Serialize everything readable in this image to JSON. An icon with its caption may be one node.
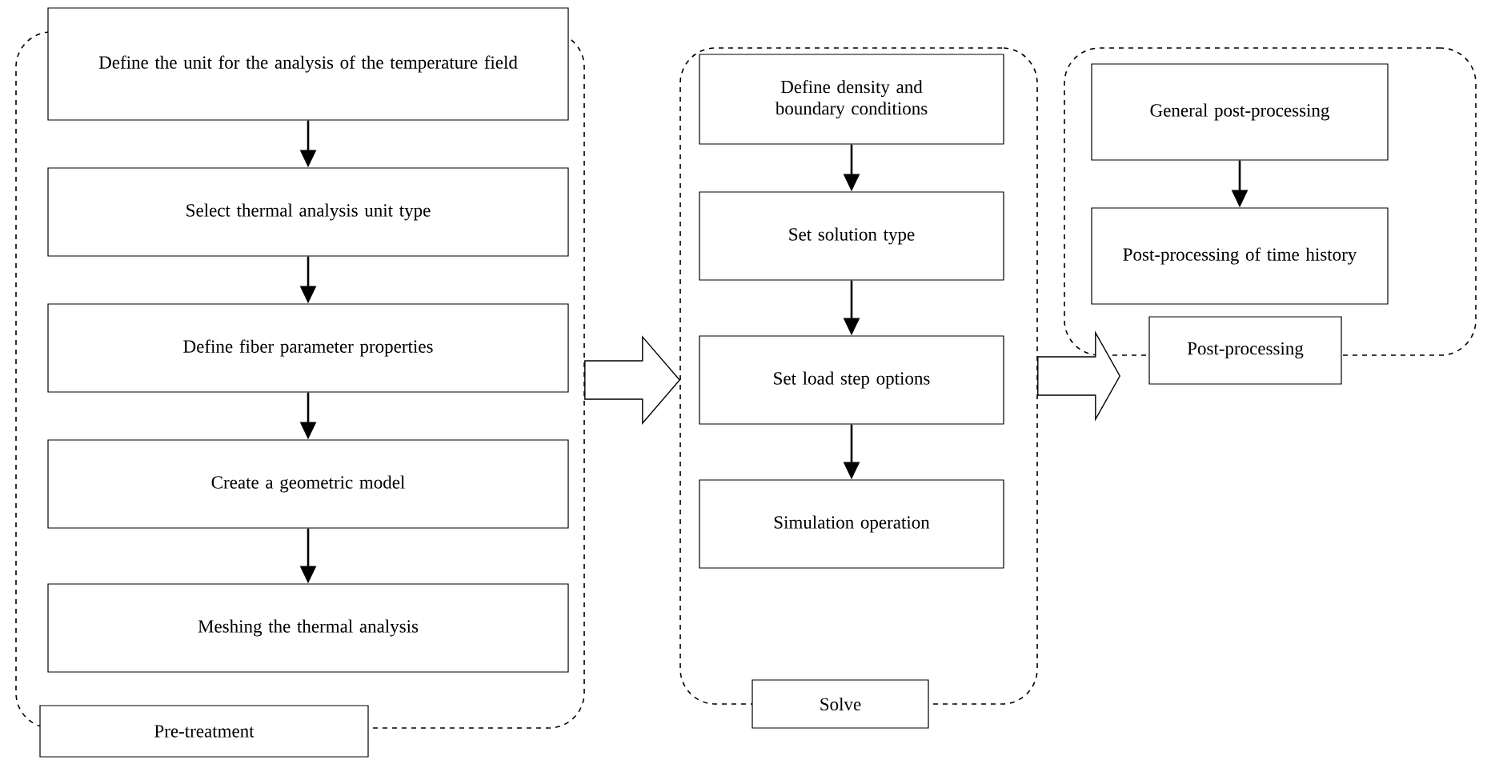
{
  "diagram": {
    "nodes": [
      {
        "text": [
          "Pre-treatment"
        ]
      },
      {
        "text": [
          "Define the unit for the analysis of the temperature field"
        ]
      },
      {
        "text": [
          "Select thermal analysis unit type"
        ],
        "in": 0
      },
      {
        "text": [
          "Define fiber parameter properties"
        ],
        "in": 0
      },
      {
        "text": [
          "Create a geometric model"
        ],
        "in": 0
      },
      {
        "text": [
          "Meshing the thermal analysis"
        ],
        "in": 0
      },
      {
        "text": [
          "Solve"
        ]
      },
      {
        "text": [
          "Define density and boundary conditions"
        ],
        "in": 6
      },
      {
        "text": [
          "Set solution type"
        ],
        "in": 6
      },
      {
        "text": [
          "Set load step options"
        ],
        "in": 6
      },
      {
        "text": [
          "Simulation operation"
        ],
        "in": 6
      },
      {
        "text": [
          "Post-processing"
        ]
      },
      {
        "text": [
          "General post-processing"
        ],
        "in": 11
      },
      {
        "text": [
          "Post-processing of time history"
        ],
        "in": 11
      }
    ],
    "edges": [
      {
        "from": 1,
        "to": 2,
        "arrow": "to"
      },
      {
        "from": 2,
        "to": 3,
        "arrow": "to"
      },
      {
        "from": 3,
        "to": 4,
        "arrow": "to"
      },
      {
        "from": 4,
        "to": 5,
        "arrow": "to"
      },
      {
        "from": 7,
        "to": 8,
        "arrow": "to"
      },
      {
        "from": 8,
        "to": 9,
        "arrow": "to"
      },
      {
        "from": 9,
        "to": 10,
        "arrow": "to"
      },
      {
        "from": 12,
        "to": 13,
        "arrow": "to"
      },
      {
        "from": 0,
        "to": 6,
        "arrow": "to"
      },
      {
        "from": 6,
        "to": 11,
        "arrow": "to"
      }
    ]
  }
}
